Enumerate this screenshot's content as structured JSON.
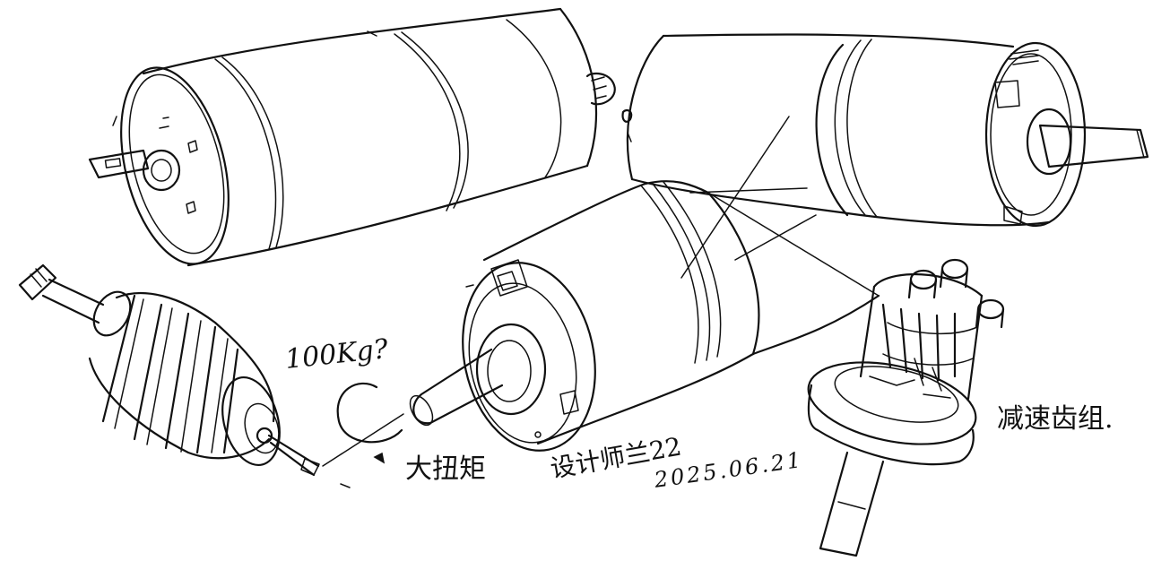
{
  "annotations": {
    "load_question": "100Kg?",
    "high_torque": "大扭矩",
    "designer": "设计师兰22",
    "date": "2025.06.21",
    "gear_set": "减速齿组."
  },
  "components": [
    "motor-rear-view",
    "motor-gear-end-view",
    "motor-shaft-end-view",
    "rotor-armature",
    "reduction-gear-set"
  ]
}
